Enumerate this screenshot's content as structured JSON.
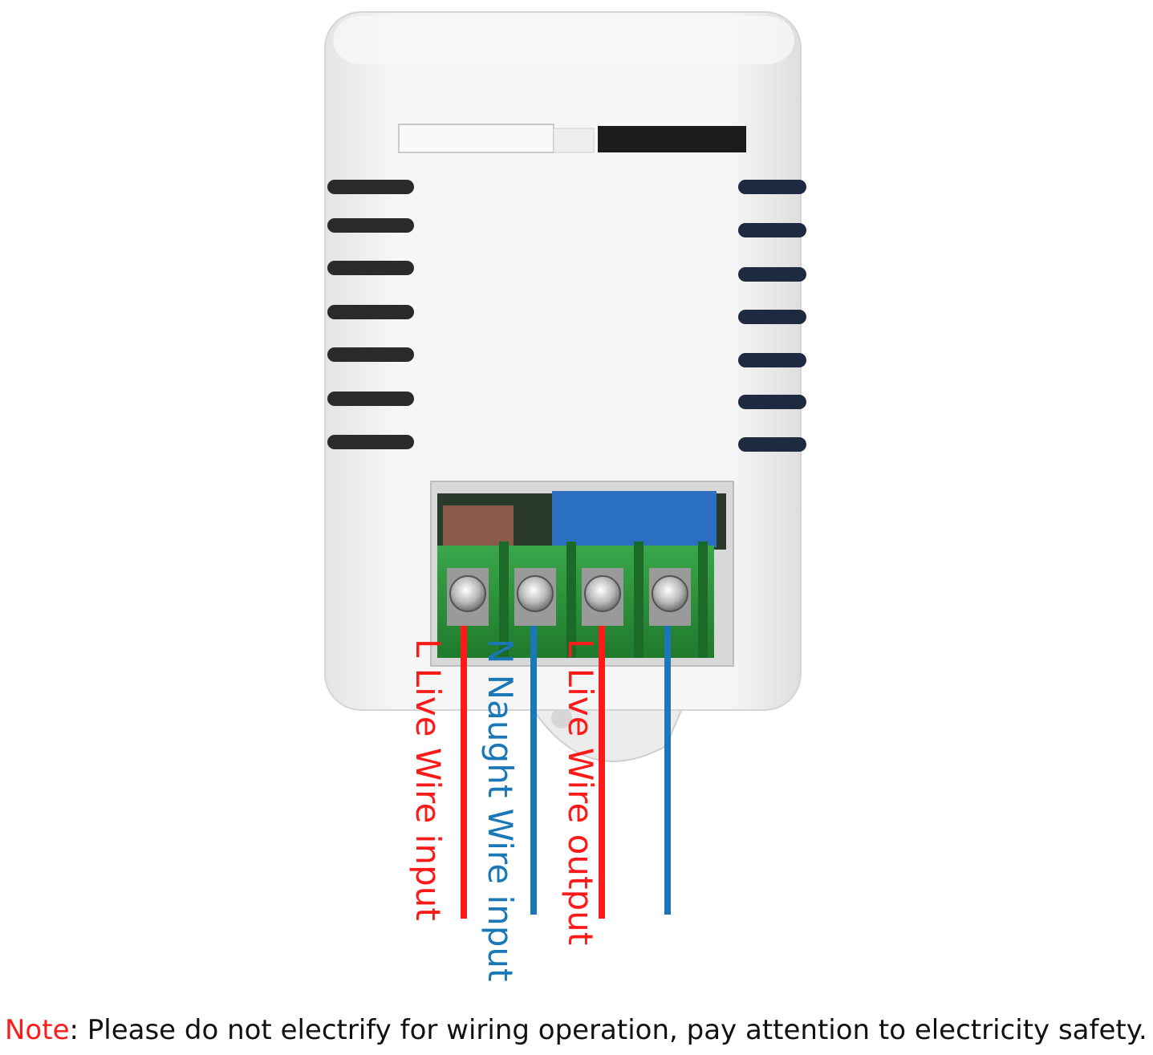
{
  "wires": {
    "live_input": {
      "label": "L Live Wire input"
    },
    "neutral_input": {
      "label": "N Naught Wire input"
    },
    "live_output": {
      "label": "L Live Wire output"
    }
  },
  "note": {
    "prefix": "Note",
    "text": ": Please do not electrify for wiring operation, pay attention to electricity safety."
  },
  "colors": {
    "live": "#ff1a1a",
    "neutral": "#1a78b8",
    "terminal_green": "#2f9a3c",
    "housing": "#f2f2f2"
  }
}
